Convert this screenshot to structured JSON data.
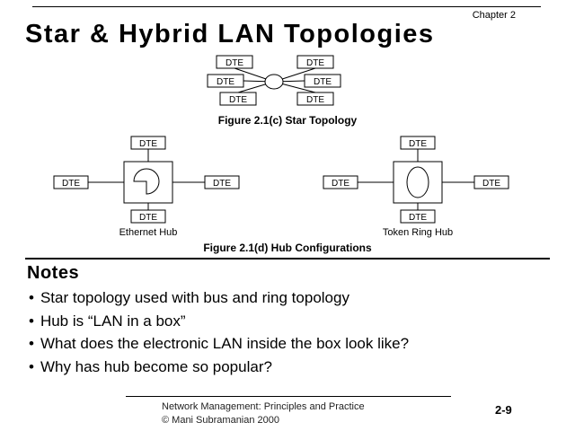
{
  "header": {
    "chapter": "Chapter 2",
    "title": "Star & Hybrid LAN Topologies"
  },
  "star_figure": {
    "dte_label": "DTE",
    "caption": "Figure 2.1(c) Star Topology"
  },
  "hub_figure": {
    "dte_label": "DTE",
    "ethernet_label": "Ethernet Hub",
    "token_ring_label": "Token Ring Hub",
    "caption": "Figure 2.1(d) Hub Configurations"
  },
  "notes": {
    "heading": "Notes",
    "bullet_char": "•",
    "bullets": [
      "Star topology used with bus and ring topology",
      "Hub is “LAN in a box”",
      "What does the electronic LAN inside the box look like?",
      "Why has hub become so popular?"
    ]
  },
  "footer": {
    "line1": "Network Management: Principles and Practice",
    "line2": "© Mani Subramanian 2000",
    "page": "2-9"
  }
}
